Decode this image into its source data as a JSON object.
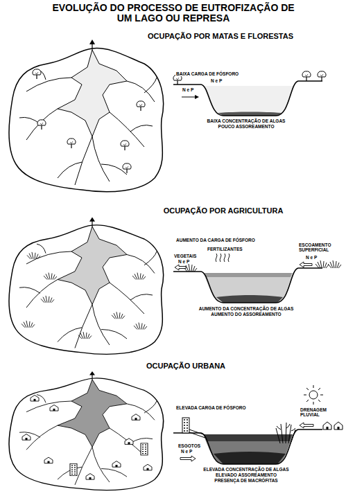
{
  "diagram": {
    "title": "EVOLUÇÃO DO PROCESSO DE EUTROFIZAÇÃO DE UM LAGO OU REPRESA",
    "labels": [
      "OCUPAÇÃO POR MATAS E FLORESTAS",
      "BAIXA CARGA DE FÓSFORO",
      "N e P",
      "N e P",
      "BAIXA CONCENTRAÇÃO DE ALGAS",
      "POUCO ASSOREAMENTO",
      "OCUPAÇÃO POR AGRICULTURA",
      "AUMENTO DA CARGA DE FÓSFORO",
      "FERTILIZANTES",
      "VEGETAIS",
      "N e P",
      "ESCOAMENTO SUPERFICIAL",
      "N e P",
      "AUMENTO DA CONCENTRAÇÃO DE ALGAS",
      "AUMENTO DO ASSOREAMENTO",
      "OCUPAÇÃO URBANA",
      "ELEVADA CARGA DE FÓSFORO",
      "DRENAGEM PLUVIAL",
      "ESGOTOS",
      "N e P",
      "ELEVADA CONCENTRAÇÃO DE ALGAS",
      "ELEVADO ASSOREAMENTO",
      "PRESENÇA DE MACRÓFITAS"
    ]
  }
}
